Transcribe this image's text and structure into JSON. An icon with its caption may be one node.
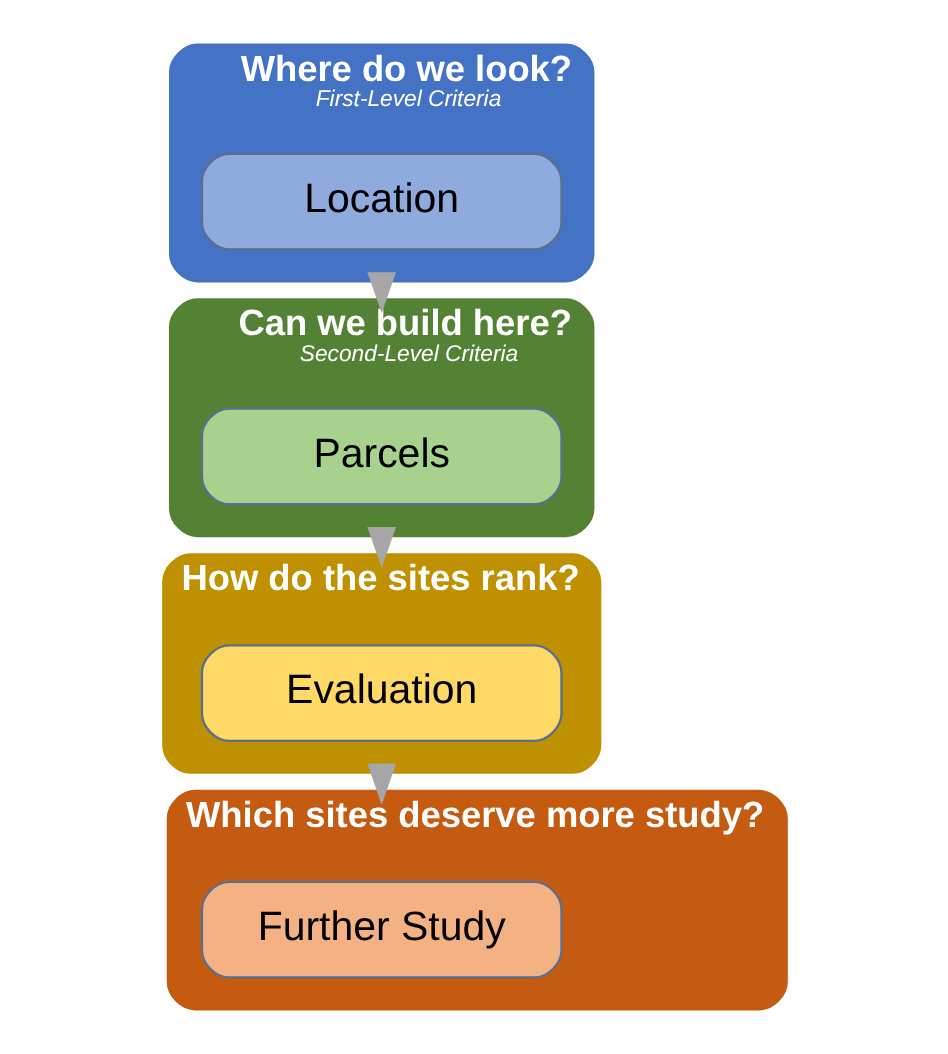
{
  "diagram": {
    "nodes": [
      {
        "text": [
          "Where do we look?",
          "First-Level Criteria"
        ]
      },
      {
        "text": [
          "Location"
        ],
        "in": 0
      },
      {
        "text": [
          "Can we build here?",
          "Second-Level Criteria"
        ]
      },
      {
        "text": [
          "Parcels"
        ],
        "in": 2
      },
      {
        "text": [
          "How do the sites rank?"
        ]
      },
      {
        "text": [
          "Evaluation"
        ],
        "in": 4
      },
      {
        "text": [
          "Which sites deserve more study?"
        ]
      },
      {
        "text": [
          "Further Study"
        ],
        "in": 6
      }
    ],
    "edges": [
      {
        "from": 0,
        "to": 2,
        "arrow": "to",
        "style": "thick"
      },
      {
        "from": 2,
        "to": 4,
        "arrow": "to",
        "style": "thick"
      },
      {
        "from": 4,
        "to": 6,
        "arrow": "to",
        "style": "thick"
      }
    ]
  }
}
